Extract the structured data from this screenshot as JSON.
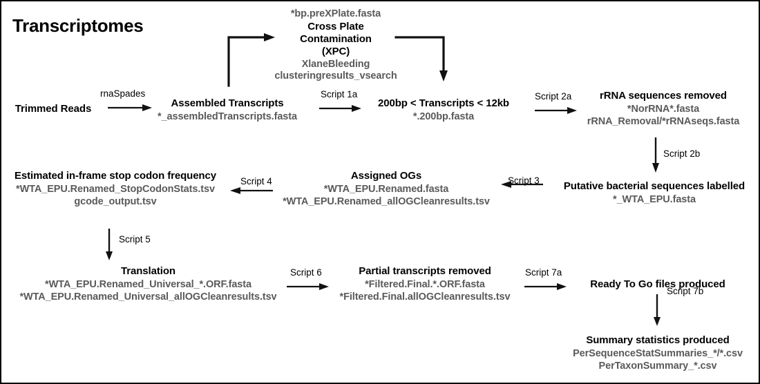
{
  "page": {
    "title": "Transcriptomes"
  },
  "nodes": [
    {
      "id": "trimmed-reads",
      "title": "Trimmed Reads",
      "files": []
    },
    {
      "id": "assembled-transcripts",
      "title": "Assembled Transcripts",
      "files": [
        "*_assembledTranscripts.fasta"
      ]
    },
    {
      "id": "cross-plate-contamination",
      "pre_file": "*bp.preXPlate.fasta",
      "title_lines": [
        "Cross Plate",
        "Contamination",
        "(XPC)"
      ],
      "files": [
        "XlaneBleeding",
        "clusteringresults_vsearch"
      ]
    },
    {
      "id": "size-filter",
      "title": "200bp < Transcripts < 12kb",
      "files": [
        "*.200bp.fasta"
      ]
    },
    {
      "id": "rrna-removed",
      "title": "rRNA sequences removed",
      "files": [
        "*NorRNA*.fasta",
        "rRNA_Removal/*rRNAseqs.fasta"
      ]
    },
    {
      "id": "bacterial-labelled",
      "title": "Putative bacterial sequences labelled",
      "files": [
        "*_WTA_EPU.fasta"
      ]
    },
    {
      "id": "assigned-ogs",
      "title": "Assigned OGs",
      "files": [
        "*WTA_EPU.Renamed.fasta",
        "*WTA_EPU.Renamed_allOGCleanresults.tsv"
      ]
    },
    {
      "id": "stop-codon-frequency",
      "title": "Estimated in-frame stop codon frequency",
      "files": [
        "*WTA_EPU.Renamed_StopCodonStats.tsv",
        "gcode_output.tsv"
      ]
    },
    {
      "id": "translation",
      "title": "Translation",
      "files": [
        "*WTA_EPU.Renamed_Universal_*.ORF.fasta",
        "*WTA_EPU.Renamed_Universal_allOGCleanresults.tsv"
      ]
    },
    {
      "id": "partial-removed",
      "title": "Partial transcripts removed",
      "files": [
        "*Filtered.Final.*.ORF.fasta",
        "*Filtered.Final.allOGCleanresults.tsv"
      ]
    },
    {
      "id": "ready-to-go",
      "title": "Ready To Go files produced",
      "files": []
    },
    {
      "id": "summary-statistics",
      "title": "Summary statistics produced",
      "files": [
        "PerSequenceStatSummaries_*/*.csv",
        "PerTaxonSummary_*.csv"
      ]
    }
  ],
  "edges": [
    {
      "id": "rnaspades",
      "label": "rnaSpades"
    },
    {
      "id": "script-1a",
      "label": "Script 1a"
    },
    {
      "id": "script-2a",
      "label": "Script 2a"
    },
    {
      "id": "script-2b",
      "label": "Script 2b"
    },
    {
      "id": "script-3",
      "label": "Script 3"
    },
    {
      "id": "script-4",
      "label": "Script 4"
    },
    {
      "id": "script-5",
      "label": "Script 5"
    },
    {
      "id": "script-6",
      "label": "Script 6"
    },
    {
      "id": "script-7a",
      "label": "Script 7a"
    },
    {
      "id": "script-7b",
      "label": "Script 7b"
    },
    {
      "id": "xpc-in",
      "label": ""
    },
    {
      "id": "xpc-out",
      "label": ""
    }
  ],
  "colors": {
    "title_text": "#000000",
    "file_text": "#5a5a5a",
    "arrow": "#111111",
    "background": "#ffffff",
    "border": "#000000"
  }
}
